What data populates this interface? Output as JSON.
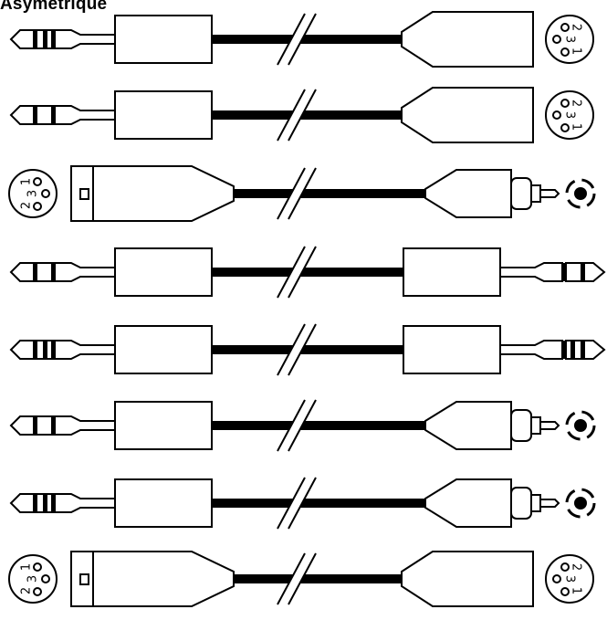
{
  "title": "Asymétrique",
  "colors": {
    "cable": "#000000",
    "line": "#000000",
    "background": "#ffffff"
  },
  "pin_labels": {
    "pin1": "1",
    "pin2": "2",
    "pin3": "3"
  },
  "cables": [
    {
      "left": "jack-trs",
      "right": "xlr-male"
    },
    {
      "left": "jack-ts",
      "right": "xlr-male"
    },
    {
      "left": "xlr-female",
      "right": "rca"
    },
    {
      "left": "jack-ts",
      "right": "jack-ts"
    },
    {
      "left": "jack-trs",
      "right": "jack-trs"
    },
    {
      "left": "jack-ts",
      "right": "rca"
    },
    {
      "left": "jack-trs",
      "right": "rca"
    },
    {
      "left": "xlr-female",
      "right": "xlr-male"
    }
  ]
}
